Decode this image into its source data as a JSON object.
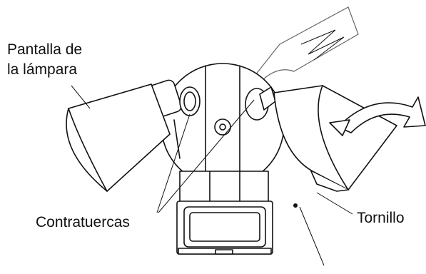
{
  "labels": {
    "lamp_shade_line1": "Pantalla de",
    "lamp_shade_line2": "la lámpara",
    "locknuts": "Contratuercas",
    "screw": "Tornillo"
  }
}
